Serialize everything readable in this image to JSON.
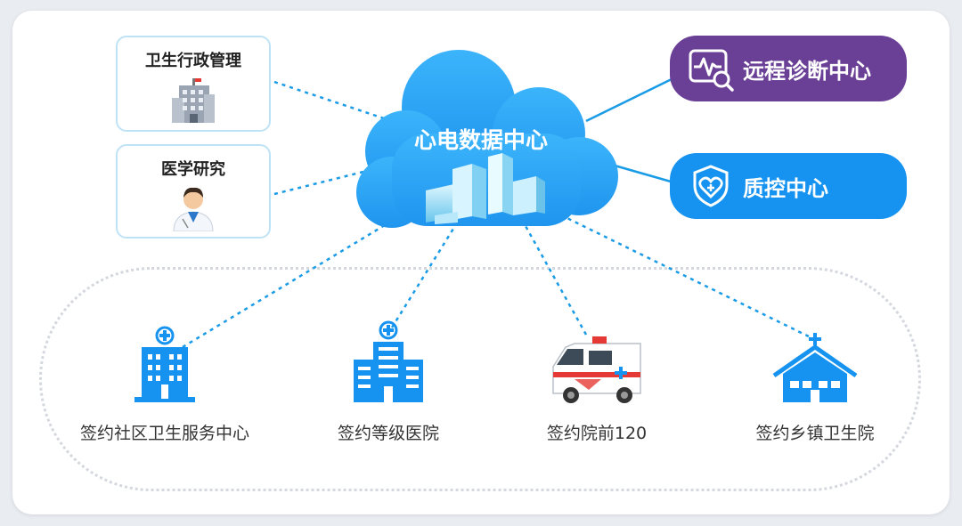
{
  "center": {
    "title": "心电数据中心"
  },
  "admin_boxes": [
    {
      "label": "卫生行政管理",
      "icon": "government-building-icon"
    },
    {
      "label": "医学研究",
      "icon": "doctor-icon"
    }
  ],
  "services": [
    {
      "label": "远程诊断中心",
      "icon": "ecg-search-icon",
      "color": "#6a3f96"
    },
    {
      "label": "质控中心",
      "icon": "shield-heart-icon",
      "color": "#1693f0"
    }
  ],
  "institutions": [
    {
      "label": "签约社区卫生服务中心",
      "icon": "community-health-center-icon"
    },
    {
      "label": "签约等级医院",
      "icon": "hospital-icon"
    },
    {
      "label": "签约院前120",
      "icon": "ambulance-icon"
    },
    {
      "label": "签约乡镇卫生院",
      "icon": "township-clinic-icon"
    }
  ],
  "colors": {
    "accent_blue": "#1693f0",
    "cloud_blue": "#2aa5f5",
    "purple": "#6a3f96",
    "link": "#1a9be6"
  }
}
